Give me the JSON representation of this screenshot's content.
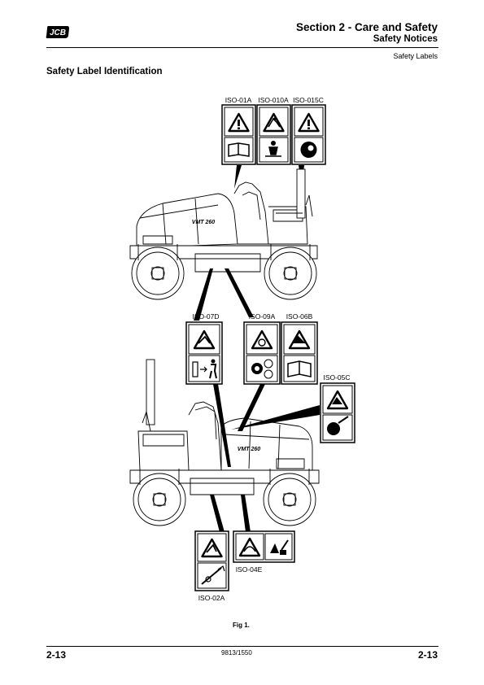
{
  "header": {
    "logo_text": "JCB",
    "title": "Section 2 - Care and Safety",
    "subtitle": "Safety Notices",
    "section": "Safety Labels"
  },
  "heading": "Safety Label Identification",
  "figure": {
    "caption": "Fig 1.",
    "machine_model": "VMT 260",
    "labels": {
      "iso01a": "ISO-01A",
      "iso010a": "ISO-010A",
      "iso015c": "ISO-015C",
      "iso07d": "ISO-07D",
      "iso09a": "ISO-09A",
      "iso06b": "ISO-06B",
      "iso05c": "ISO-05C",
      "iso04e": "ISO-04E",
      "iso02a": "ISO-02A"
    }
  },
  "footer": {
    "page_left": "2-13",
    "doc_number": "9813/1550",
    "page_right": "2-13"
  }
}
